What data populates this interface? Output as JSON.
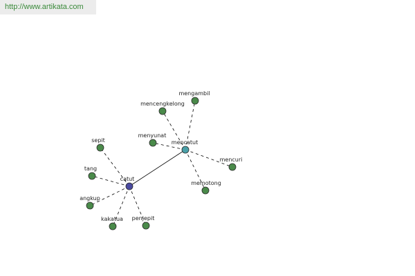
{
  "site": {
    "url": "http://www.artikata.com"
  },
  "graph": {
    "colors": {
      "center_node": "#4a4aa0",
      "hub_node": "#4aa0a8",
      "leaf_node": "#4a8a4a",
      "node_stroke": "#2a2a2a",
      "edge": "#000000"
    },
    "nodes": [
      {
        "id": "catut",
        "label": "catut",
        "kind": "center"
      },
      {
        "id": "mencatut",
        "label": "mencatut",
        "kind": "hub"
      },
      {
        "id": "sepit",
        "label": "sepit",
        "kind": "leaf"
      },
      {
        "id": "tang",
        "label": "tang",
        "kind": "leaf"
      },
      {
        "id": "angkup",
        "label": "angkup",
        "kind": "leaf"
      },
      {
        "id": "kakatua",
        "label": "kakatua",
        "kind": "leaf"
      },
      {
        "id": "penjepit",
        "label": "penjepit",
        "kind": "leaf"
      },
      {
        "id": "mengambil",
        "label": "mengambil",
        "kind": "leaf"
      },
      {
        "id": "mencengkelong",
        "label": "mencengkelong",
        "kind": "leaf"
      },
      {
        "id": "menyunat",
        "label": "menyunat",
        "kind": "leaf"
      },
      {
        "id": "mencuri",
        "label": "mencuri",
        "kind": "leaf"
      },
      {
        "id": "memotong",
        "label": "memotong",
        "kind": "leaf"
      }
    ],
    "edges": [
      {
        "from": "catut",
        "to": "mencatut",
        "style": "solid"
      },
      {
        "from": "catut",
        "to": "sepit",
        "style": "dashed"
      },
      {
        "from": "catut",
        "to": "tang",
        "style": "dashed"
      },
      {
        "from": "catut",
        "to": "angkup",
        "style": "dashed"
      },
      {
        "from": "catut",
        "to": "kakatua",
        "style": "dashed"
      },
      {
        "from": "catut",
        "to": "penjepit",
        "style": "dashed"
      },
      {
        "from": "mencatut",
        "to": "mengambil",
        "style": "dashed"
      },
      {
        "from": "mencatut",
        "to": "mencengkelong",
        "style": "dashed"
      },
      {
        "from": "mencatut",
        "to": "menyunat",
        "style": "dashed"
      },
      {
        "from": "mencatut",
        "to": "mencuri",
        "style": "dashed"
      },
      {
        "from": "mencatut",
        "to": "memotong",
        "style": "dashed"
      }
    ]
  }
}
